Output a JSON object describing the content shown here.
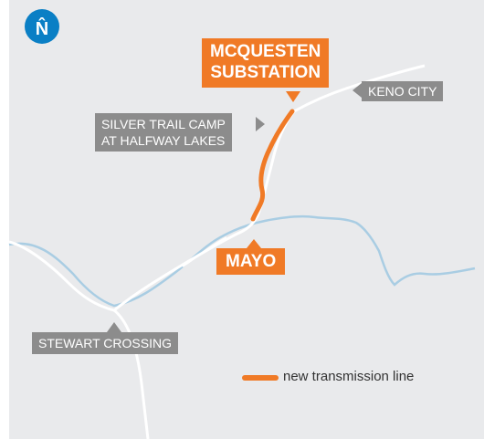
{
  "compass": {
    "letter": "N̂"
  },
  "labels": {
    "substation": "MCQUESTEN\nSUBSTATION",
    "keno": "KENO CITY",
    "silver_line1": "SILVER TRAIL CAMP",
    "silver_line2": "AT HALFWAY LAKES",
    "mayo": "MAYO",
    "stewart": "STEWART CROSSING"
  },
  "legend": {
    "label": "new transmission line"
  },
  "colors": {
    "land": "#e9eaec",
    "river": "#a9cde3",
    "road": "#ffffff",
    "transmission": "#f07a26",
    "label_bg": "#8c8c8c",
    "compass": "#0a7fc5"
  }
}
